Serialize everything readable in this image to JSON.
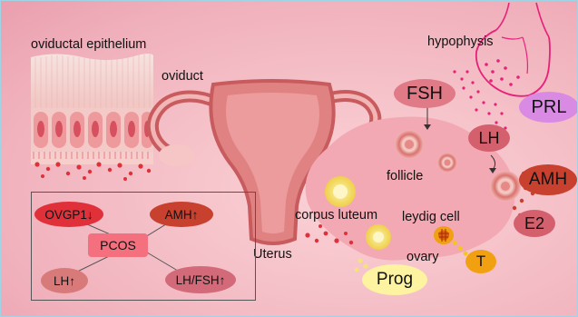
{
  "labels": {
    "oviductal_epithelium": "oviductal epithelium",
    "oviduct": "oviduct",
    "uterus": "Uterus",
    "hypophysis": "hypophysis",
    "follicle": "follicle",
    "corpus_luteum": "corpus luteum",
    "leydig_cell": "leydig cell",
    "ovary": "ovary"
  },
  "hormones": {
    "fsh": "FSH",
    "prl": "PRL",
    "lh": "LH",
    "amh": "AMH",
    "e2": "E2",
    "t": "T",
    "prog": "Prog"
  },
  "pcos_panel": {
    "center": "PCOS",
    "ovgp1": "OVGP1↓",
    "amh": "AMH↑",
    "lh": "LH↑",
    "lh_fsh": "LH/FSH↑"
  },
  "colors": {
    "background": "#f6c3ca",
    "fsh": "#e07a86",
    "prl": "#d98be3",
    "lh": "#d4606e",
    "amh": "#c8402e",
    "e2": "#d4606e",
    "t": "#f0a010",
    "prog": "#fdf3a0",
    "pcos": "#f4707e",
    "ovgp1": "#e0303a"
  },
  "icons": [
    "hypophysis-illustration",
    "uterus-illustration",
    "ovary-illustration",
    "follicle-icon",
    "corpus-luteum-icon",
    "leydig-cell-icon",
    "oviductal-epithelium-illustration"
  ]
}
